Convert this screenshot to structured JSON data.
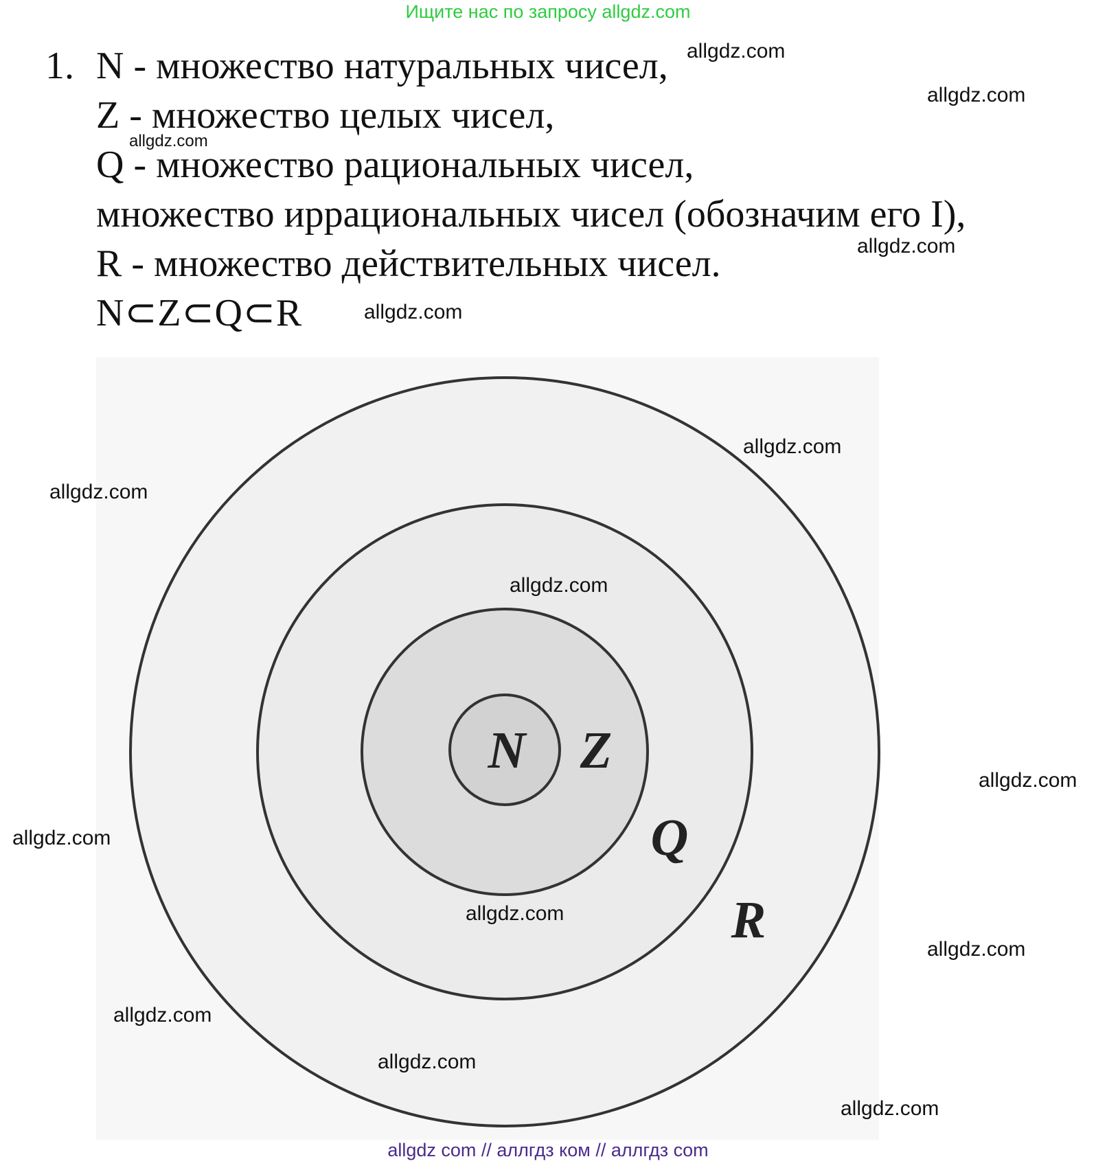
{
  "banner": "Ищите нас по запросу allgdz.com",
  "item_number": "1.",
  "lines": [
    "N - множество натуральных чисел,",
    "Z - множество целых чисел,",
    "Q - множество рациональных чисел,",
    "множество иррациональных чисел (обозначим его I),",
    "R - множество действительных чисел.",
    "N⊂Z⊂Q⊂R"
  ],
  "diagram": {
    "labels": {
      "n": "N",
      "z": "Z",
      "q": "Q",
      "r": "R"
    },
    "colors": {
      "outer_fill": "#f1f1f1",
      "ring_fill": "#ebebeb",
      "inner_fill": "#dcdcdc",
      "core_fill": "#d2d2d2",
      "stroke": "#333333"
    }
  },
  "watermark": "allgdz.com",
  "footer": "allgdz com  //  аллгдз ком  //  аллгдз com"
}
